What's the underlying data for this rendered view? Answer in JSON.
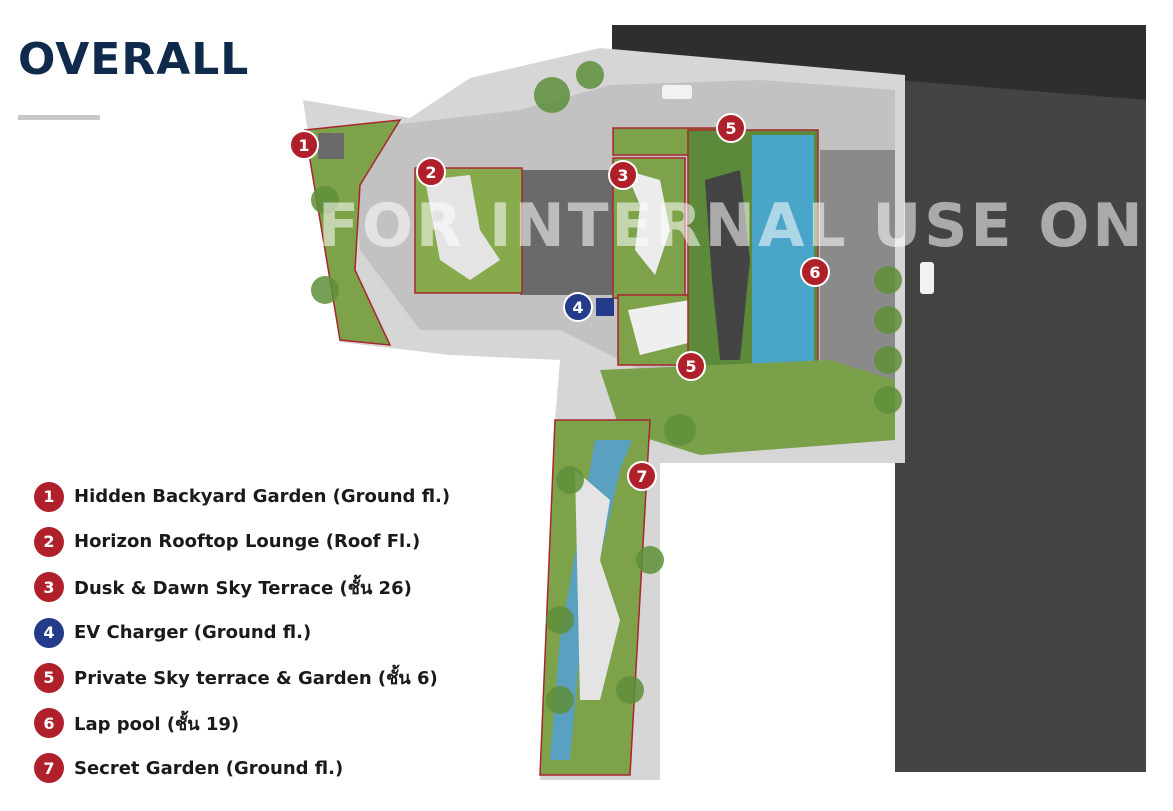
{
  "header": {
    "title": "OVERALL"
  },
  "watermark": "FOR INTERNAL USE ONLY",
  "colors": {
    "marker_red": "#b0202a",
    "marker_blue": "#243b8c",
    "title_navy": "#102a4c",
    "garden_green": "#6e9a3c",
    "pool_blue": "#4aa6c8",
    "road_dark": "#3a3a3a"
  },
  "map_markers": [
    {
      "number": "1",
      "color": "red"
    },
    {
      "number": "2",
      "color": "red"
    },
    {
      "number": "3",
      "color": "red"
    },
    {
      "number": "4",
      "color": "blue"
    },
    {
      "number": "5",
      "color": "red"
    },
    {
      "number": "5",
      "color": "red"
    },
    {
      "number": "6",
      "color": "red"
    },
    {
      "number": "7",
      "color": "red"
    }
  ],
  "legend": [
    {
      "number": "1",
      "color": "red",
      "label": "Hidden Backyard Garden (Ground fl.)"
    },
    {
      "number": "2",
      "color": "red",
      "label": "Horizon Rooftop Lounge (Roof Fl.)"
    },
    {
      "number": "3",
      "color": "red",
      "label": "Dusk & Dawn Sky Terrace (ชั้น 26)"
    },
    {
      "number": "4",
      "color": "blue",
      "label": "EV Charger (Ground fl.)"
    },
    {
      "number": "5",
      "color": "red",
      "label": "Private Sky terrace & Garden (ชั้น 6)"
    },
    {
      "number": "6",
      "color": "red",
      "label": "Lap pool (ชั้น 19)"
    },
    {
      "number": "7",
      "color": "red",
      "label": "Secret Garden (Ground fl.)"
    }
  ]
}
